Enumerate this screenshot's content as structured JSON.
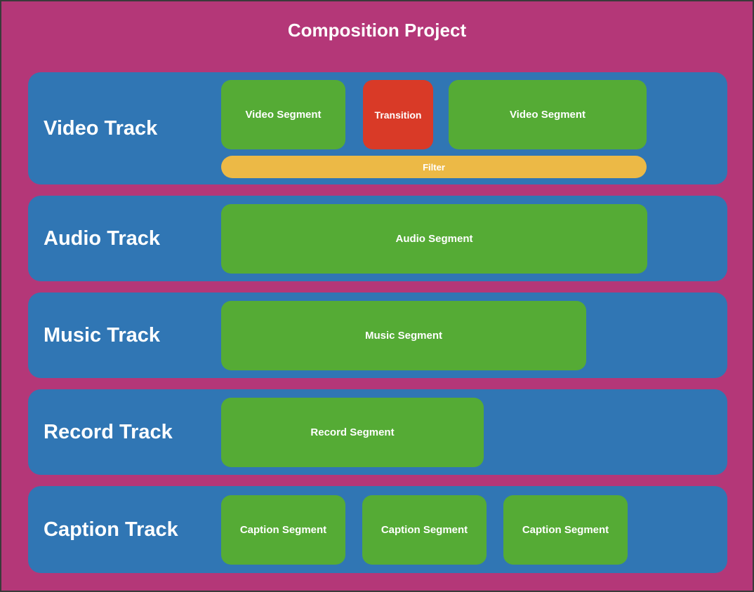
{
  "title": "Composition Project",
  "colors": {
    "background": "#b43778",
    "track": "#3076b4",
    "segment": "#55ab35",
    "transition": "#d93a27",
    "filter": "#ecb946",
    "text": "#ffffff"
  },
  "tracks": [
    {
      "label": "Video Track",
      "segments": [
        {
          "label": "Video Segment",
          "type": "video"
        },
        {
          "label": "Transition",
          "type": "transition"
        },
        {
          "label": "Video Segment",
          "type": "video"
        }
      ],
      "effects": [
        {
          "label": "Filter",
          "type": "filter"
        }
      ]
    },
    {
      "label": "Audio Track",
      "segments": [
        {
          "label": "Audio Segment",
          "type": "audio"
        }
      ]
    },
    {
      "label": "Music Track",
      "segments": [
        {
          "label": "Music Segment",
          "type": "music"
        }
      ]
    },
    {
      "label": "Record Track",
      "segments": [
        {
          "label": "Record Segment",
          "type": "record"
        }
      ]
    },
    {
      "label": "Caption Track",
      "segments": [
        {
          "label": "Caption Segment",
          "type": "caption"
        },
        {
          "label": "Caption Segment",
          "type": "caption"
        },
        {
          "label": "Caption Segment",
          "type": "caption"
        }
      ]
    }
  ]
}
